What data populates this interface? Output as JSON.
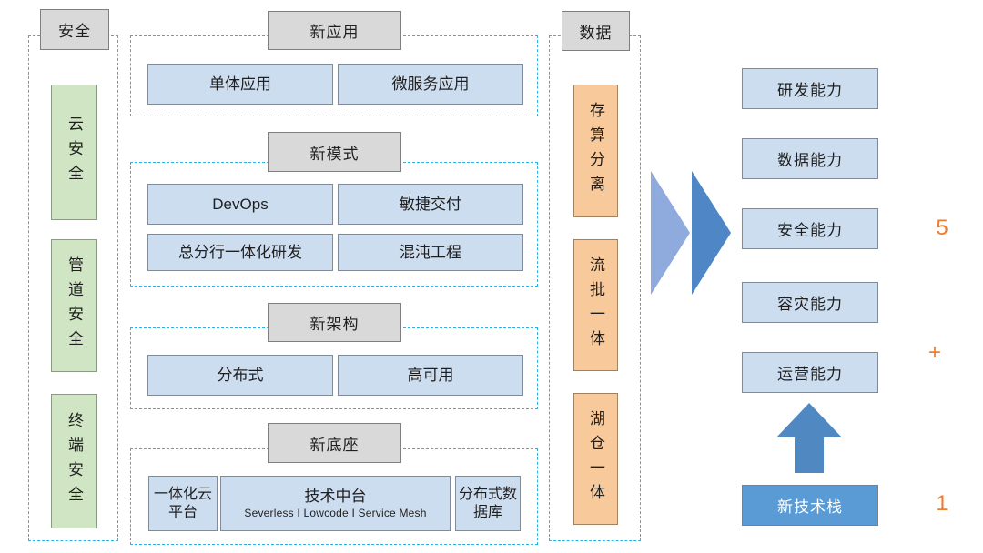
{
  "security": {
    "title": "安全",
    "items": [
      {
        "label": "云安全"
      },
      {
        "label": "管道安全"
      },
      {
        "label": "终端安全"
      }
    ]
  },
  "sections": [
    {
      "title": "新应用",
      "items": [
        {
          "label": "单体应用"
        },
        {
          "label": "微服务应用"
        }
      ]
    },
    {
      "title": "新模式",
      "items": [
        {
          "label": "DevOps"
        },
        {
          "label": "敏捷交付"
        },
        {
          "label": "总分行一体化研发"
        },
        {
          "label": "混沌工程"
        }
      ]
    },
    {
      "title": "新架构",
      "items": [
        {
          "label": "分布式"
        },
        {
          "label": "高可用"
        }
      ]
    },
    {
      "title": "新底座",
      "items": [
        {
          "label": "一体化云平台"
        },
        {
          "label": "技术中台",
          "sub": "Severless I Lowcode I Service Mesh"
        },
        {
          "label": "分布式数据库"
        }
      ]
    }
  ],
  "data_column": {
    "title": "数据",
    "items": [
      {
        "label": "存算分离"
      },
      {
        "label": "流批一体"
      },
      {
        "label": "湖仓一体"
      }
    ]
  },
  "capabilities": [
    {
      "label": "研发能力"
    },
    {
      "label": "数据能力"
    },
    {
      "label": "安全能力"
    },
    {
      "label": "容灾能力"
    },
    {
      "label": "运营能力"
    }
  ],
  "tech_stack": {
    "label": "新技术栈"
  },
  "annotations": {
    "five": "5",
    "plus": "+",
    "one": "1"
  },
  "colors": {
    "dashed_border": "#2fb1e9",
    "header_fill": "#d9d9d9",
    "blue_fill": "#cdddf0",
    "green_fill": "#d0e5c3",
    "orange_fill": "#f7c99b",
    "stack_fill": "#5b9bd5",
    "chevron_light": "#8faadc",
    "chevron_dark": "#4e86c6",
    "annotation_orange": "#ed7d31"
  }
}
